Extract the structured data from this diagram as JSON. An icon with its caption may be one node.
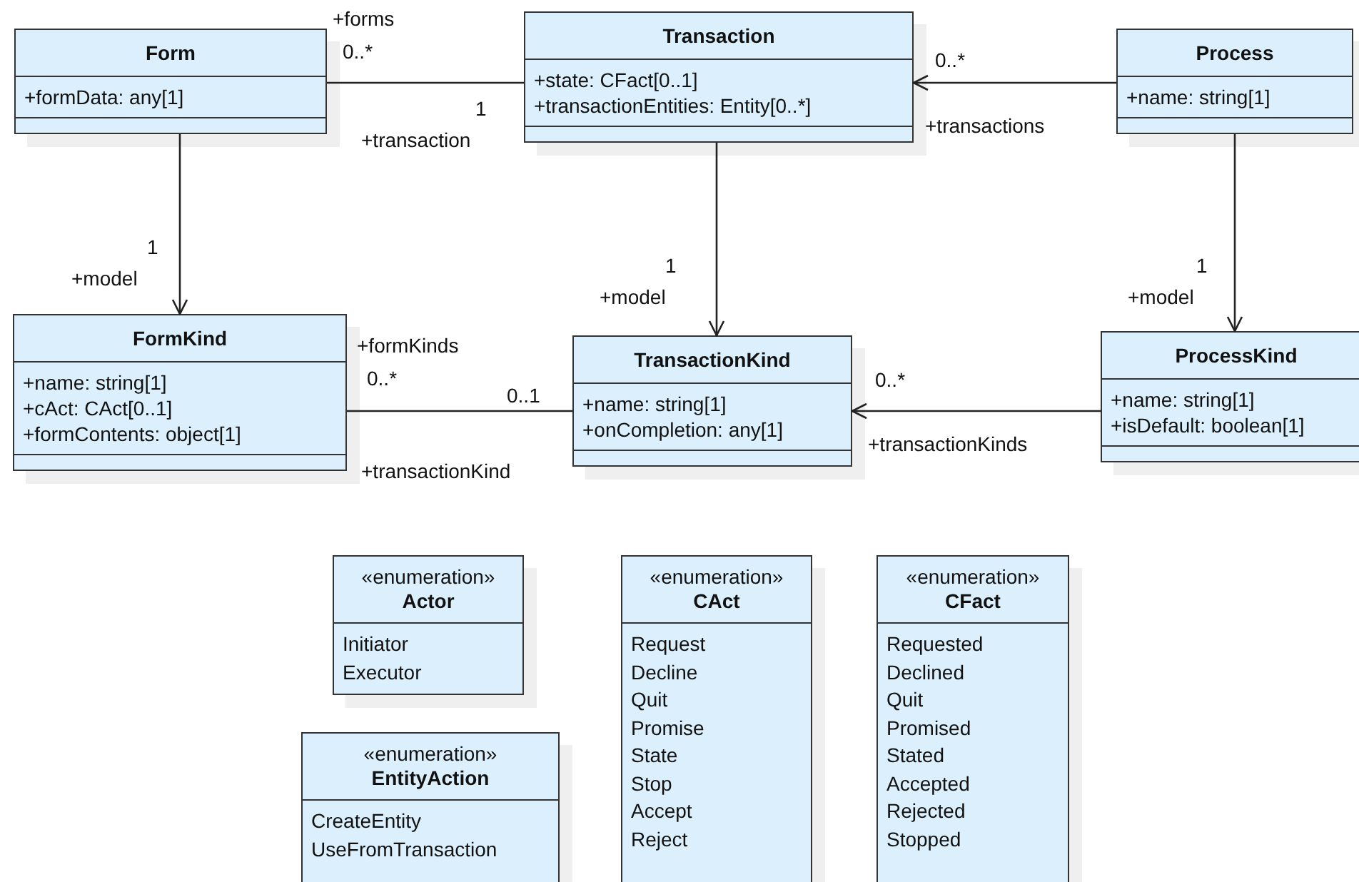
{
  "diagram": {
    "nodes": [
      {
        "text": [
          "Form",
          "+formData: any[1]"
        ]
      },
      {
        "text": [
          "Transaction",
          "+state: CFact[0..1]",
          "+transactionEntities: Entity[0..*]"
        ]
      },
      {
        "text": [
          "Process",
          "+name: string[1]"
        ]
      },
      {
        "text": [
          "FormKind",
          "+name: string[1]",
          "+cAct: CAct[0..1]",
          "+formContents: object[1]"
        ]
      },
      {
        "text": [
          "TransactionKind",
          "+name: string[1]",
          "+onCompletion: any[1]"
        ]
      },
      {
        "text": [
          "ProcessKind",
          "+name: string[1]",
          "+isDefault: boolean[1]"
        ]
      },
      {
        "text": [
          "«enumeration»",
          "Actor",
          "Initiator",
          "Executor"
        ]
      },
      {
        "text": [
          "«enumeration»",
          "CAct",
          "Request",
          "Decline",
          "Quit",
          "Promise",
          "State",
          "Stop",
          "Accept",
          "Reject"
        ]
      },
      {
        "text": [
          "«enumeration»",
          "CFact",
          "Requested",
          "Declined",
          "Quit",
          "Promised",
          "Stated",
          "Accepted",
          "Rejected",
          "Stopped"
        ]
      },
      {
        "text": [
          "«enumeration»",
          "EntityAction",
          "CreateEntity",
          "UseFromTransaction"
        ]
      }
    ],
    "edges": [
      {
        "from": 0,
        "to": 1,
        "arrow": "none"
      },
      {
        "from": 0,
        "to": 3,
        "arrow": "to"
      },
      {
        "from": 1,
        "to": 4,
        "arrow": "to"
      },
      {
        "from": 2,
        "to": 1,
        "arrow": "to"
      },
      {
        "from": 2,
        "to": 5,
        "arrow": "to"
      },
      {
        "from": 3,
        "to": 4,
        "arrow": "none"
      },
      {
        "from": 5,
        "to": 4,
        "arrow": "to"
      }
    ],
    "labels": [
      "+forms",
      "0..*",
      "0..*",
      "1",
      "+transaction",
      "+transactions",
      "1",
      "+model",
      "1",
      "+model",
      "1",
      "+model",
      "+formKinds",
      "0..*",
      "0..*",
      "0..1",
      "+transactionKinds",
      "+transactionKind"
    ]
  }
}
